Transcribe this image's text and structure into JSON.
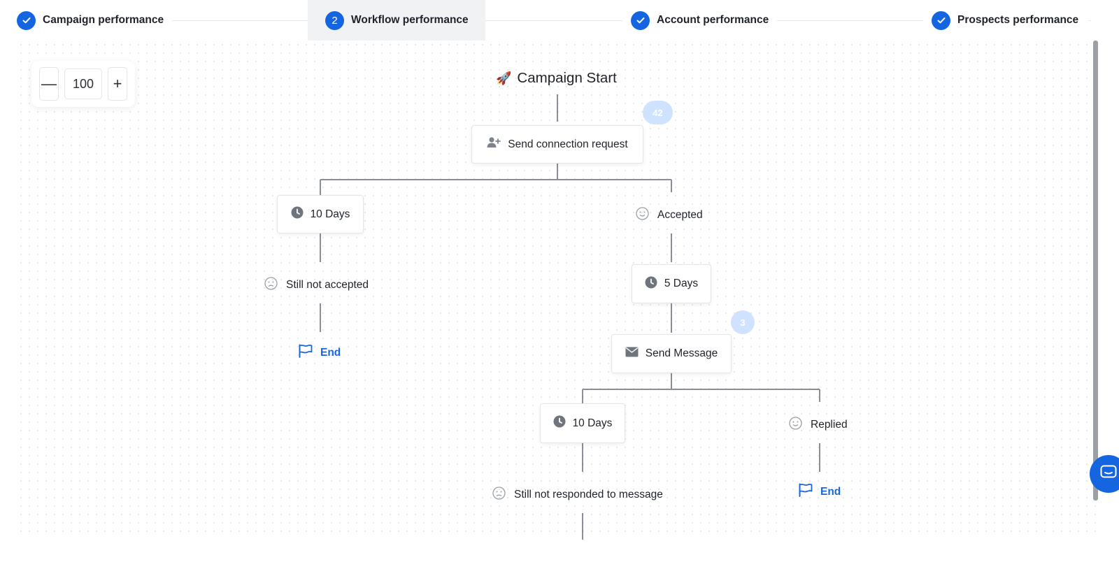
{
  "steps": [
    {
      "label": "Campaign performance",
      "state": "done"
    },
    {
      "label": "Workflow performance",
      "state": "active",
      "number": "2"
    },
    {
      "label": "Account performance",
      "state": "done"
    },
    {
      "label": "Prospects performance",
      "state": "done"
    }
  ],
  "zoom": {
    "minus": "—",
    "value": "100",
    "plus": "+"
  },
  "workflow": {
    "start": {
      "emoji": "🚀",
      "label": "Campaign Start"
    },
    "send_connection": {
      "label": "Send connection request",
      "badge": "42",
      "icon": "user-plus-icon"
    },
    "wait_10_days_a": {
      "label": "10 Days",
      "icon": "clock-icon"
    },
    "accepted": {
      "label": "Accepted",
      "icon": "smile-icon"
    },
    "still_not_accepted": {
      "label": "Still not accepted",
      "icon": "frown-icon"
    },
    "end_a": {
      "label": "End",
      "icon": "flag-icon"
    },
    "wait_5_days": {
      "label": "5 Days",
      "icon": "clock-icon"
    },
    "send_message": {
      "label": "Send Message",
      "badge": "3",
      "icon": "envelope-icon"
    },
    "wait_10_days_b": {
      "label": "10 Days",
      "icon": "clock-icon"
    },
    "replied": {
      "label": "Replied",
      "icon": "smile-icon"
    },
    "end_b": {
      "label": "End",
      "icon": "flag-icon"
    },
    "still_not_responded": {
      "label": "Still not responded to message",
      "icon": "frown-icon"
    }
  },
  "colors": {
    "accent": "#1565e0",
    "badge": "#cfe2ff",
    "line": "#8a8f96"
  }
}
